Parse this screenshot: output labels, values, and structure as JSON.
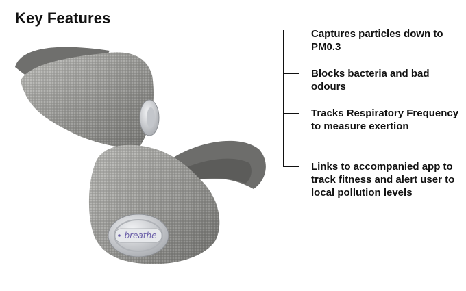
{
  "page": {
    "title": "Key Features"
  },
  "product": {
    "brand_label": "breathe",
    "colors": {
      "mask_fabric": "#9c9c98",
      "strap": "#6d6d6b",
      "valve": "#d9dbdf",
      "accent": "#6b5fa8"
    }
  },
  "features": [
    {
      "text": "Captures particles down to PM0.3"
    },
    {
      "text": "Blocks bacteria and bad odours"
    },
    {
      "text": "Tracks Respiratory Frequency to measure exertion"
    },
    {
      "text": "Links to accompanied app to track fitness and alert user to local pollution levels"
    }
  ]
}
